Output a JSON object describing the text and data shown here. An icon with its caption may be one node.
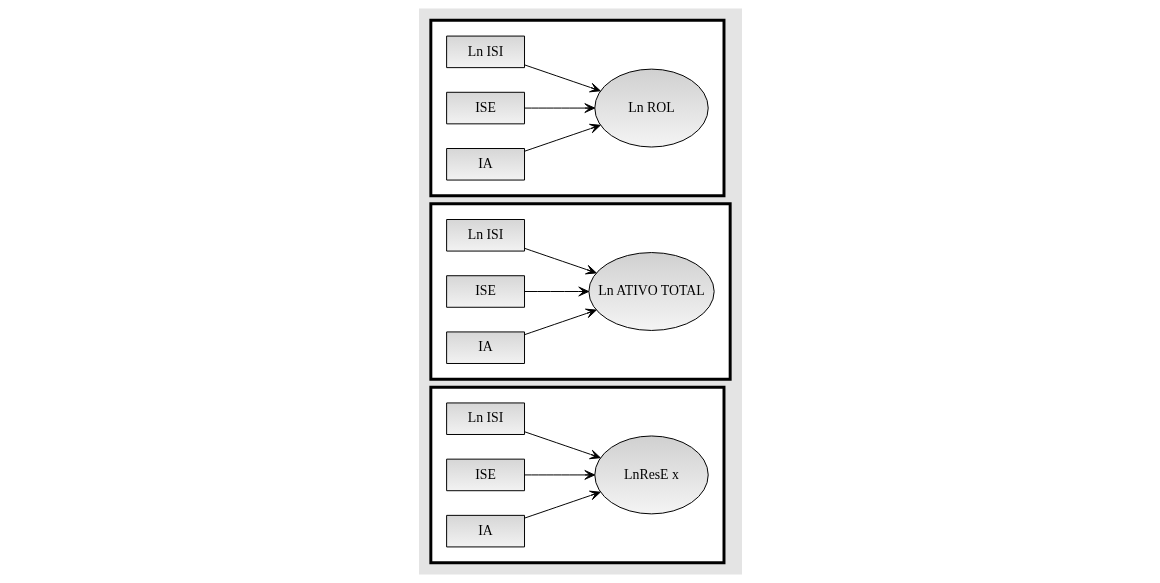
{
  "diagram": {
    "nodes": [
      {
        "text": [],
        "shape": "box"
      },
      {
        "text": [
          "Ln ISI"
        ],
        "in": 0
      },
      {
        "text": [
          "ISE"
        ],
        "in": 0
      },
      {
        "text": [
          "IA"
        ],
        "in": 0
      },
      {
        "text": [
          "Ln ROL"
        ],
        "in": 0
      },
      {
        "text": [],
        "shape": "box"
      },
      {
        "text": [
          "Ln ISI"
        ],
        "in": 5
      },
      {
        "text": [
          "ISE"
        ],
        "in": 5
      },
      {
        "text": [
          "IA"
        ],
        "in": 5
      },
      {
        "text": [
          "Ln ATIVO TOTAL"
        ],
        "in": 5
      },
      {
        "text": [],
        "shape": "box"
      },
      {
        "text": [
          "Ln ISI"
        ],
        "in": 10
      },
      {
        "text": [
          "ISE"
        ],
        "in": 10
      },
      {
        "text": [
          "IA"
        ],
        "in": 10
      },
      {
        "text": [
          "LnResE x"
        ],
        "in": 10
      }
    ],
    "edges": [
      {
        "from": 1,
        "to": 4,
        "arrow": "to"
      },
      {
        "from": 2,
        "to": 4,
        "arrow": "to"
      },
      {
        "from": 3,
        "to": 4,
        "arrow": "to"
      },
      {
        "from": 6,
        "to": 9,
        "arrow": "to"
      },
      {
        "from": 7,
        "to": 9,
        "arrow": "to"
      },
      {
        "from": 8,
        "to": 9,
        "arrow": "to"
      },
      {
        "from": 11,
        "to": 14,
        "arrow": "to"
      },
      {
        "from": 12,
        "to": 14,
        "arrow": "to"
      },
      {
        "from": 13,
        "to": 14,
        "arrow": "to"
      }
    ]
  }
}
